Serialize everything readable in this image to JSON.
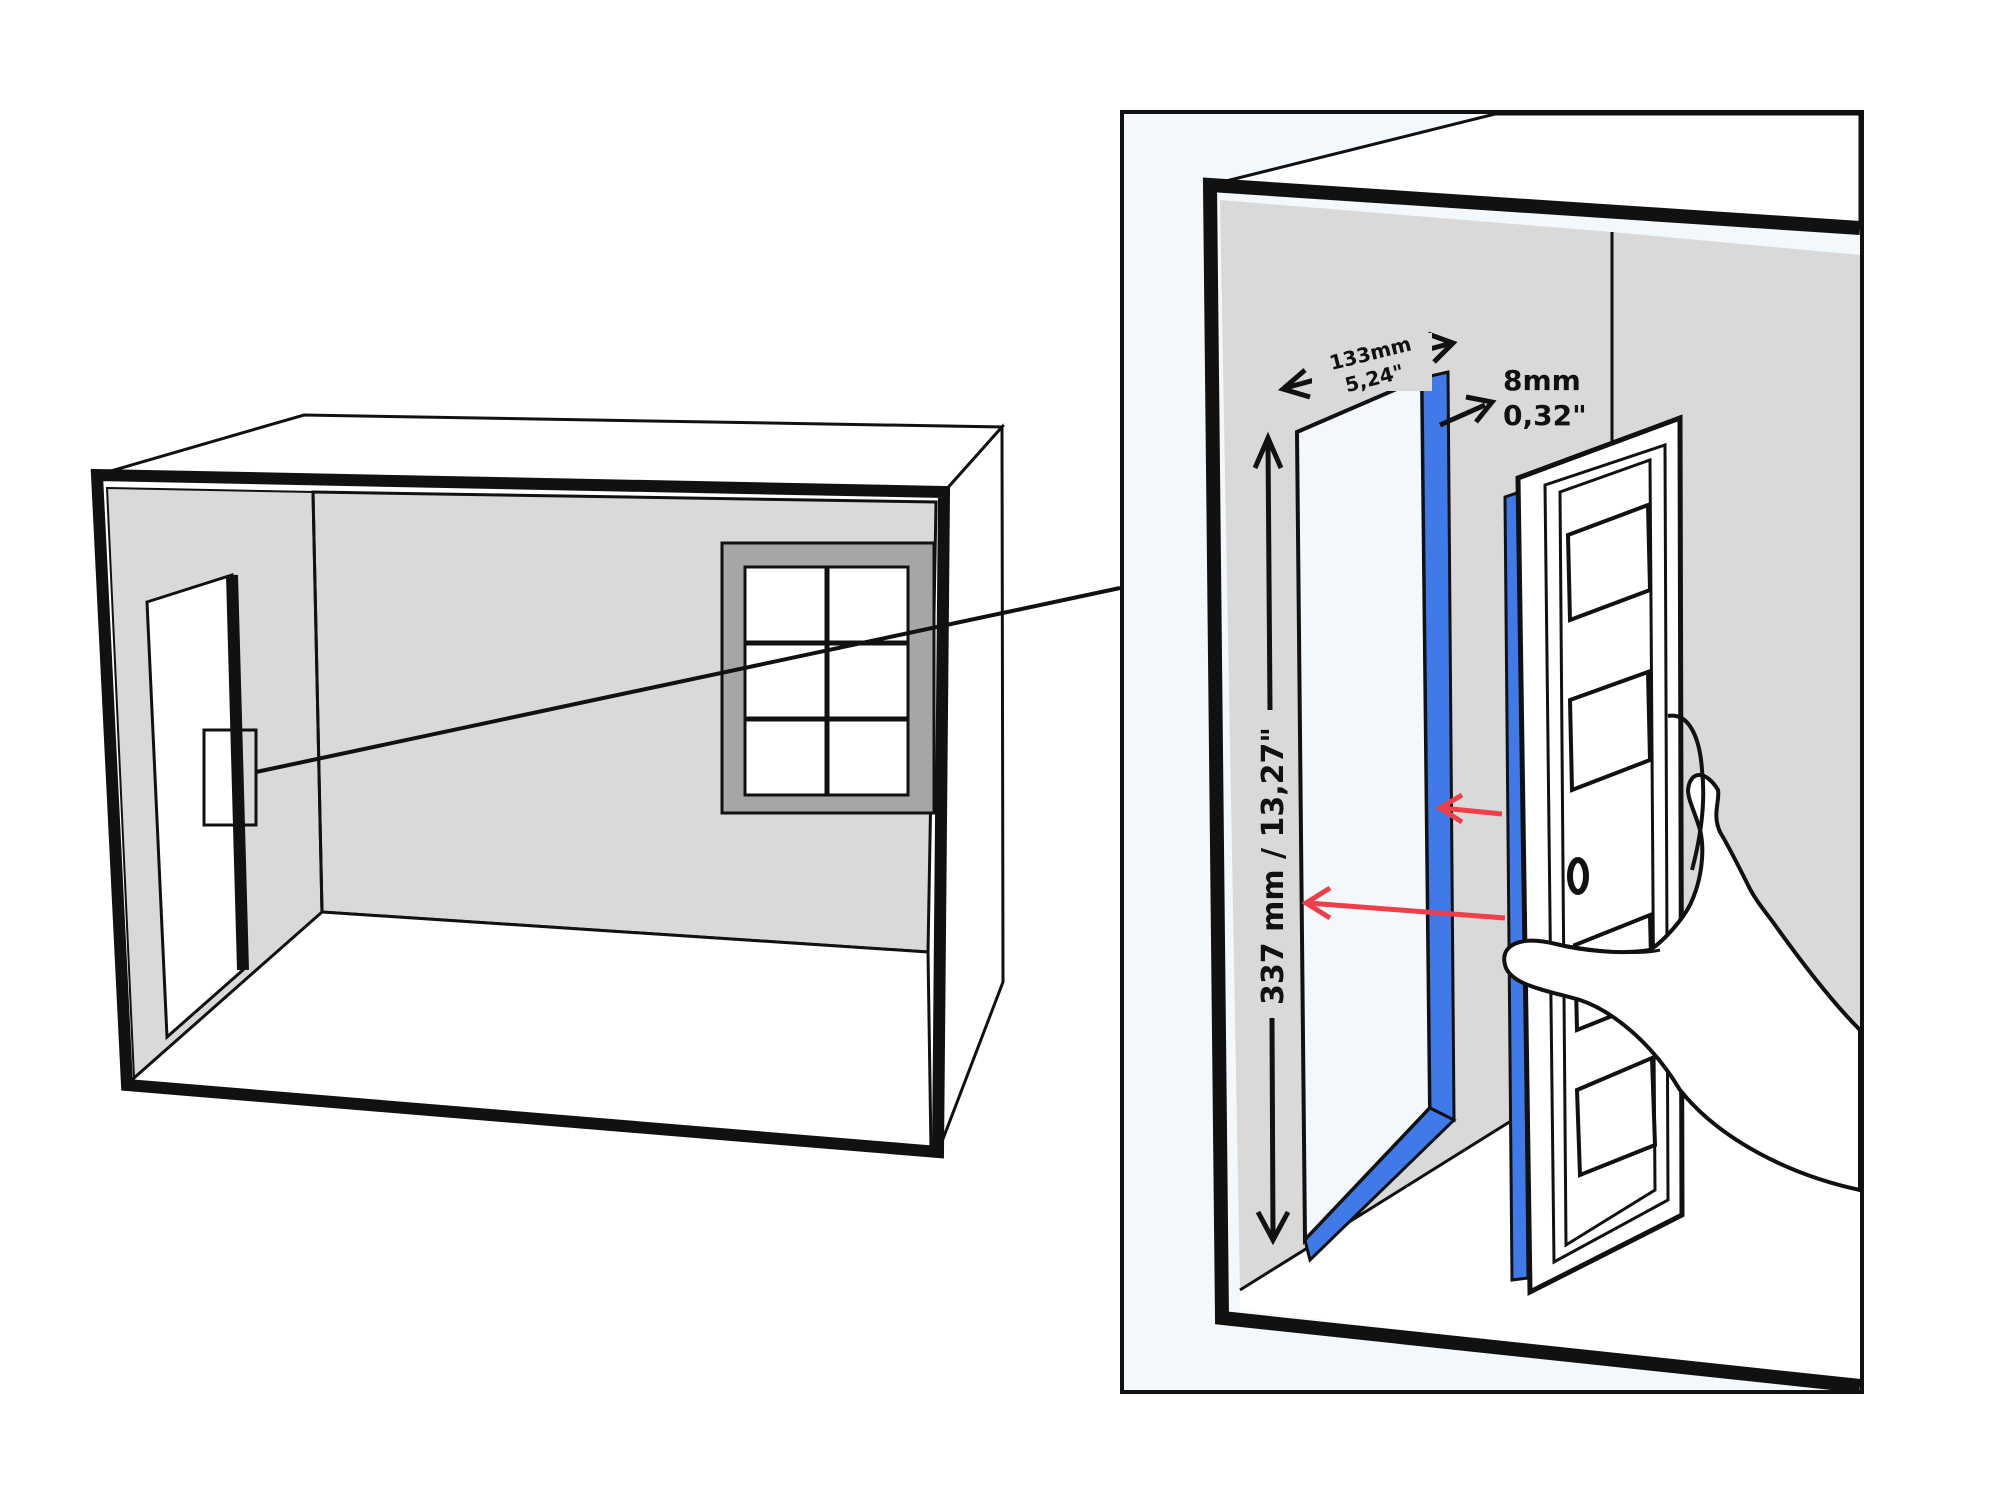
{
  "colors": {
    "wall": "#d9d9d9",
    "outline": "#111111",
    "panel_bg": "#f3f8fc",
    "tape": "#3f7ae8",
    "arrow_red": "#ee3f4a",
    "window_frame": "#a6a6a6"
  },
  "dimensions": {
    "width_mm": "133mm",
    "width_in": "5,24\"",
    "depth_mm": "8mm",
    "depth_in": "0,32\"",
    "height": "337 mm / 13,27\""
  }
}
